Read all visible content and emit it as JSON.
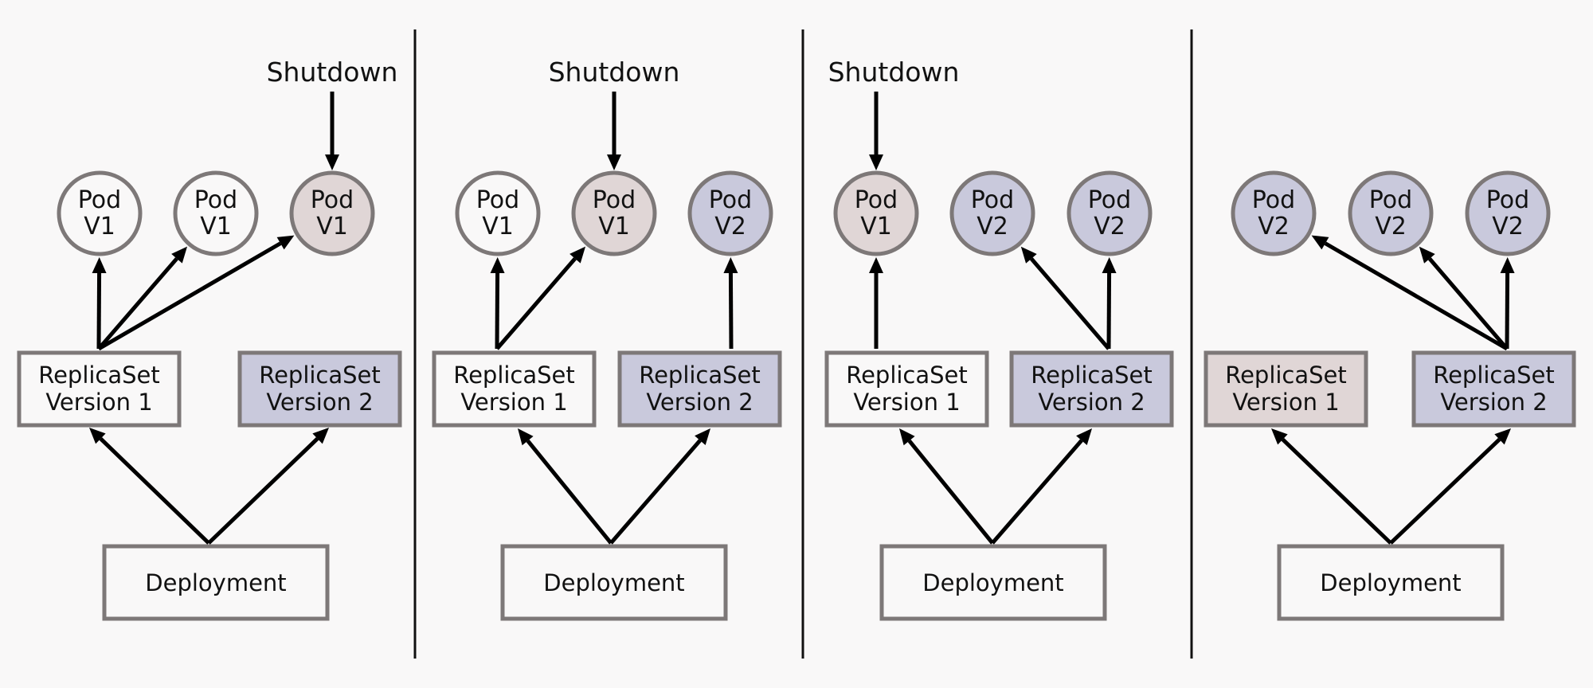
{
  "title": "Kubernetes Deployment rolling update (4 stages)",
  "colors": {
    "background": "#f9f8f8",
    "default_fill": "#f9f8f8",
    "terminating_fill": "#e0d6d6",
    "v2_fill": "#c9c9dc",
    "stroke": "#7d7878",
    "arrow": "#000000"
  },
  "panels": [
    {
      "id": "stage-1",
      "shutdown_label": "Shutdown",
      "shutdown_target_pod": 2,
      "pods": [
        {
          "title": "Pod",
          "version": "V1",
          "state": "default"
        },
        {
          "title": "Pod",
          "version": "V1",
          "state": "default"
        },
        {
          "title": "Pod",
          "version": "V1",
          "state": "terminating"
        }
      ],
      "replicasets": [
        {
          "line1": "ReplicaSet",
          "line2": "Version 1",
          "state": "default",
          "manages_pods": [
            0,
            1,
            2
          ]
        },
        {
          "line1": "ReplicaSet",
          "line2": "Version 2",
          "state": "v2",
          "manages_pods": []
        }
      ],
      "deployment": {
        "label": "Deployment"
      }
    },
    {
      "id": "stage-2",
      "shutdown_label": "Shutdown",
      "shutdown_target_pod": 1,
      "pods": [
        {
          "title": "Pod",
          "version": "V1",
          "state": "default"
        },
        {
          "title": "Pod",
          "version": "V1",
          "state": "terminating"
        },
        {
          "title": "Pod",
          "version": "V2",
          "state": "v2"
        }
      ],
      "replicasets": [
        {
          "line1": "ReplicaSet",
          "line2": "Version 1",
          "state": "default",
          "manages_pods": [
            0,
            1
          ]
        },
        {
          "line1": "ReplicaSet",
          "line2": "Version 2",
          "state": "v2",
          "manages_pods": [
            2
          ]
        }
      ],
      "deployment": {
        "label": "Deployment"
      }
    },
    {
      "id": "stage-3",
      "shutdown_label": "Shutdown",
      "shutdown_target_pod": 0,
      "pods": [
        {
          "title": "Pod",
          "version": "V1",
          "state": "terminating"
        },
        {
          "title": "Pod",
          "version": "V2",
          "state": "v2"
        },
        {
          "title": "Pod",
          "version": "V2",
          "state": "v2"
        }
      ],
      "replicasets": [
        {
          "line1": "ReplicaSet",
          "line2": "Version 1",
          "state": "default",
          "manages_pods": [
            0
          ]
        },
        {
          "line1": "ReplicaSet",
          "line2": "Version 2",
          "state": "v2",
          "manages_pods": [
            1,
            2
          ]
        }
      ],
      "deployment": {
        "label": "Deployment"
      }
    },
    {
      "id": "stage-4",
      "shutdown_label": null,
      "shutdown_target_pod": null,
      "pods": [
        {
          "title": "Pod",
          "version": "V2",
          "state": "v2"
        },
        {
          "title": "Pod",
          "version": "V2",
          "state": "v2"
        },
        {
          "title": "Pod",
          "version": "V2",
          "state": "v2"
        }
      ],
      "replicasets": [
        {
          "line1": "ReplicaSet",
          "line2": "Version 1",
          "state": "terminating",
          "manages_pods": []
        },
        {
          "line1": "ReplicaSet",
          "line2": "Version 2",
          "state": "v2",
          "manages_pods": [
            0,
            1,
            2
          ]
        }
      ],
      "deployment": {
        "label": "Deployment"
      }
    }
  ]
}
